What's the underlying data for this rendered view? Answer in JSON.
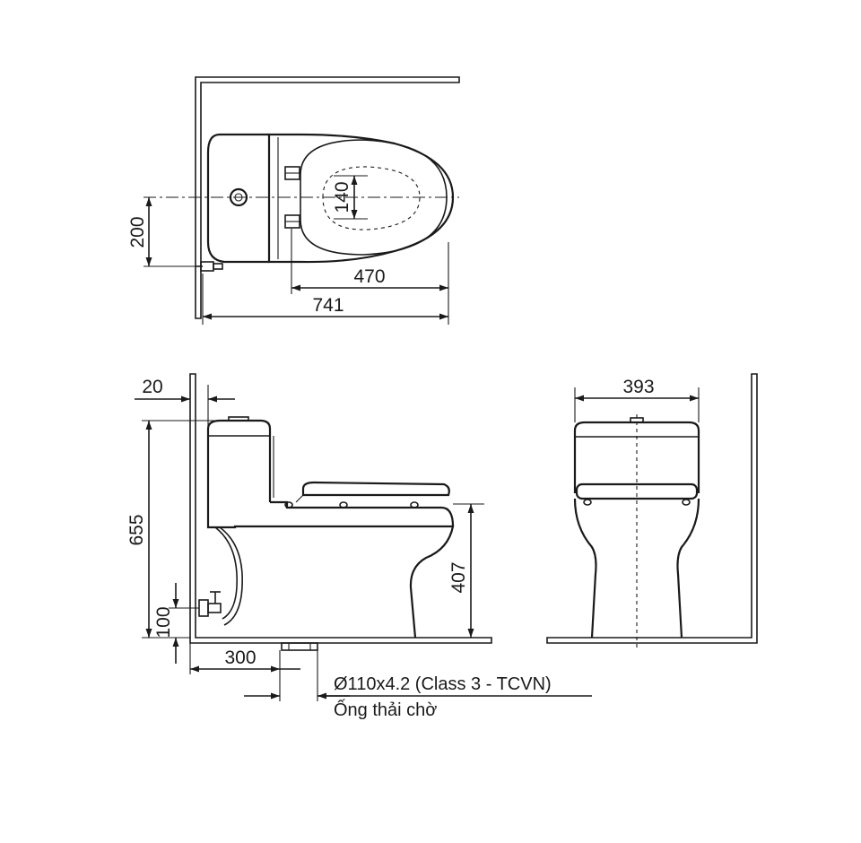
{
  "dimensions": {
    "top_view": {
      "seat_hole": "140",
      "wall_offset": "200",
      "seat_length": "470",
      "total_length": "741"
    },
    "side_view": {
      "wall_gap": "20",
      "total_height": "655",
      "seat_height": "407",
      "inlet_height": "100",
      "outlet_distance": "300"
    },
    "front_view": {
      "width": "393"
    }
  },
  "notes": {
    "pipe_spec": "Ø110x4.2 (Class 3 - TCVN)",
    "pipe_label": "Ống thải chờ"
  }
}
